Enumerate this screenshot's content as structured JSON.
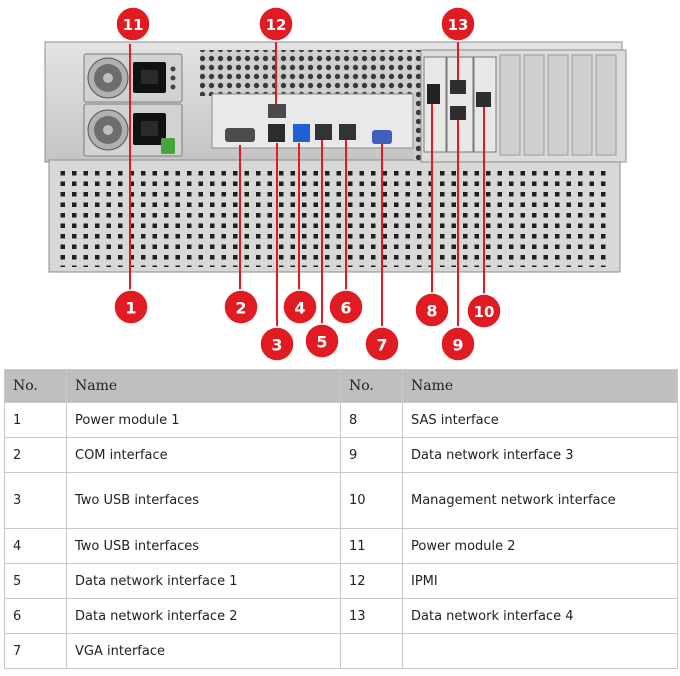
{
  "figure": {
    "callouts": [
      "1",
      "2",
      "3",
      "4",
      "5",
      "6",
      "7",
      "8",
      "9",
      "10",
      "11",
      "12",
      "13"
    ],
    "badge_color": "#e01b22"
  },
  "table": {
    "headers": [
      "No.",
      "Name",
      "No.",
      "Name"
    ],
    "rows": [
      {
        "left_no": "1",
        "left_name": "Power module 1",
        "right_no": "8",
        "right_name": "SAS interface"
      },
      {
        "left_no": "2",
        "left_name": "COM interface",
        "right_no": "9",
        "right_name": "Data network interface 3"
      },
      {
        "left_no": "3",
        "left_name": "Two USB interfaces",
        "right_no": "10",
        "right_name": "Management network interface"
      },
      {
        "left_no": "4",
        "left_name": "Two USB interfaces",
        "right_no": "11",
        "right_name": "Power module 2"
      },
      {
        "left_no": "5",
        "left_name": "Data network interface 1",
        "right_no": "12",
        "right_name": "IPMI"
      },
      {
        "left_no": "6",
        "left_name": "Data network interface 2",
        "right_no": "13",
        "right_name": "Data network interface 4"
      },
      {
        "left_no": "7",
        "left_name": "VGA interface",
        "right_no": "",
        "right_name": ""
      }
    ]
  }
}
